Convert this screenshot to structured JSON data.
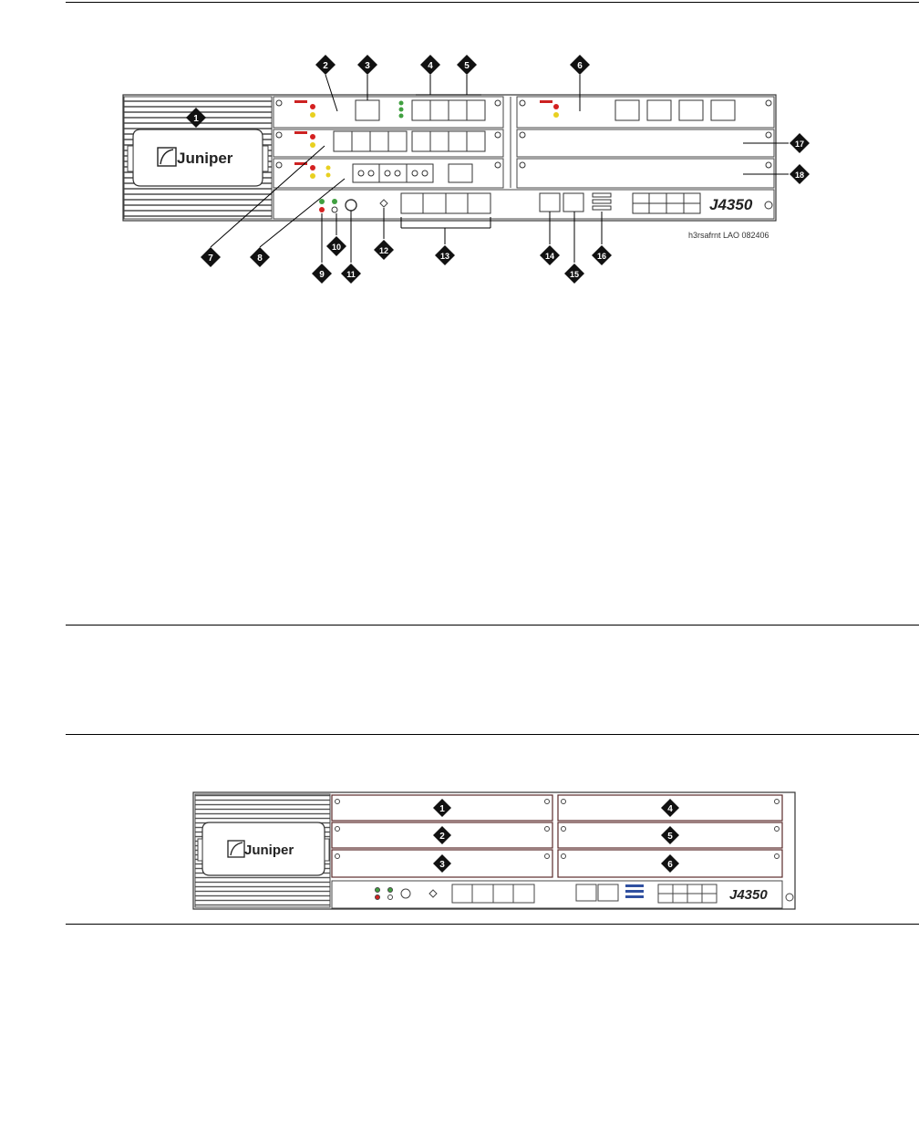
{
  "figure1": {
    "brand": "Juniper",
    "model": "J4350",
    "caption": "h3rsafrnt LAO 082406",
    "callouts": [
      "1",
      "2",
      "3",
      "4",
      "5",
      "6",
      "7",
      "8",
      "9",
      "10",
      "11",
      "12",
      "13",
      "14",
      "15",
      "16",
      "17",
      "18"
    ]
  },
  "figure2": {
    "brand": "Juniper",
    "model": "J4350",
    "callouts": [
      "1",
      "2",
      "3",
      "4",
      "5",
      "6"
    ]
  },
  "colors": {
    "led_red": "#d42020",
    "led_yellow": "#e8d020",
    "led_green": "#40a040",
    "module_label_red": "#cc2222"
  }
}
